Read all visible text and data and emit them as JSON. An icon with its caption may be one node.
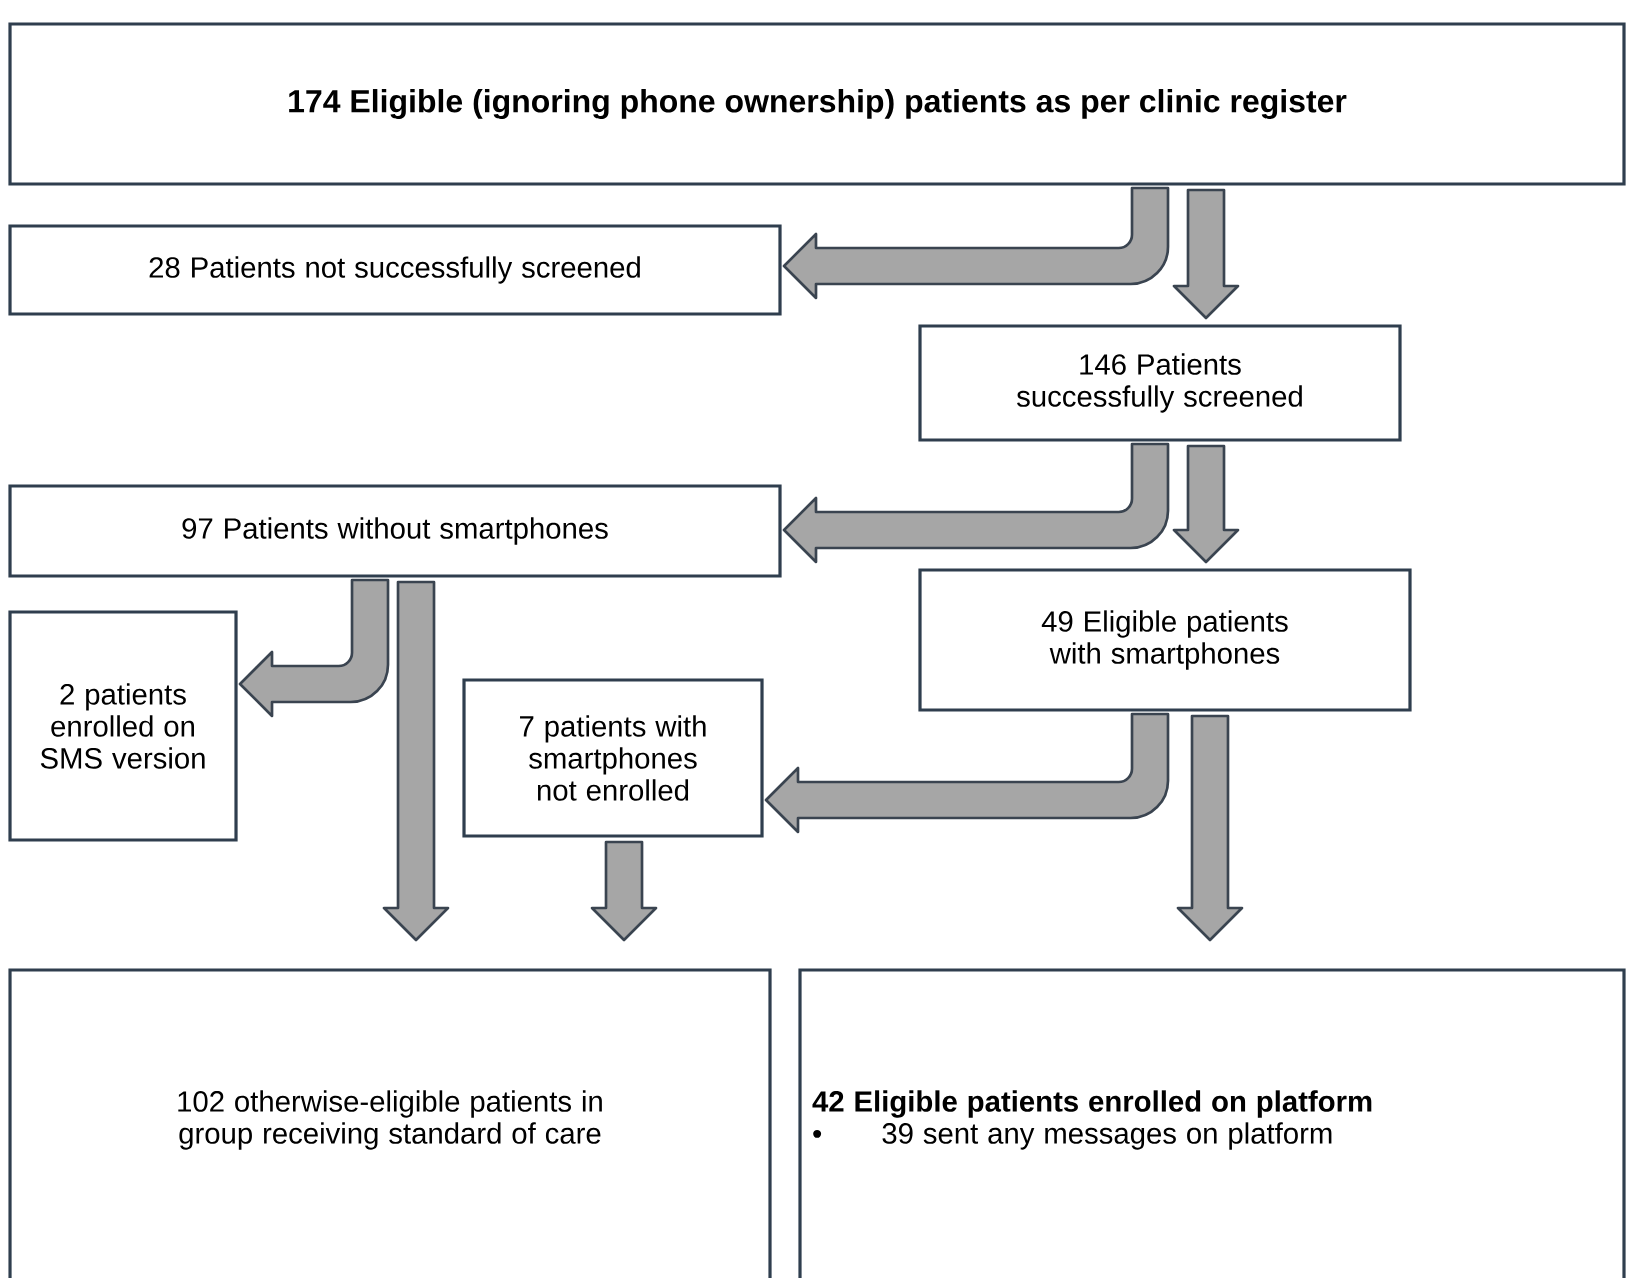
{
  "diagram": {
    "nodes": [
      {
        "text": [
          "174 Eligible (ignoring phone ownership) patients as per clinic register"
        ]
      },
      {
        "text": [
          "28 Patients not successfully screened"
        ]
      },
      {
        "text": [
          "146 Patients successfully screened"
        ]
      },
      {
        "text": [
          "97 Patients without smartphones"
        ]
      },
      {
        "text": [
          "49 Eligible patients with smartphones"
        ]
      },
      {
        "text": [
          "2 patients enrolled on SMS version"
        ]
      },
      {
        "text": [
          "7 patients with smartphones not enrolled"
        ]
      },
      {
        "text": [
          "102 otherwise-eligible patients in group receiving standard of care"
        ]
      },
      {
        "text": [
          "42 Eligible patients enrolled on platform",
          "39 sent any messages on platform"
        ]
      }
    ],
    "edges": [
      {
        "from": 0,
        "to": 1,
        "arrow": "to"
      },
      {
        "from": 0,
        "to": 2,
        "arrow": "to"
      },
      {
        "from": 2,
        "to": 3,
        "arrow": "to"
      },
      {
        "from": 2,
        "to": 4,
        "arrow": "to"
      },
      {
        "from": 3,
        "to": 5,
        "arrow": "to"
      },
      {
        "from": 3,
        "to": 7,
        "arrow": "to"
      },
      {
        "from": 4,
        "to": 6,
        "arrow": "to"
      },
      {
        "from": 4,
        "to": 8,
        "arrow": "to"
      },
      {
        "from": 6,
        "to": 7,
        "arrow": "to"
      }
    ],
    "labels": [
      "•"
    ]
  }
}
